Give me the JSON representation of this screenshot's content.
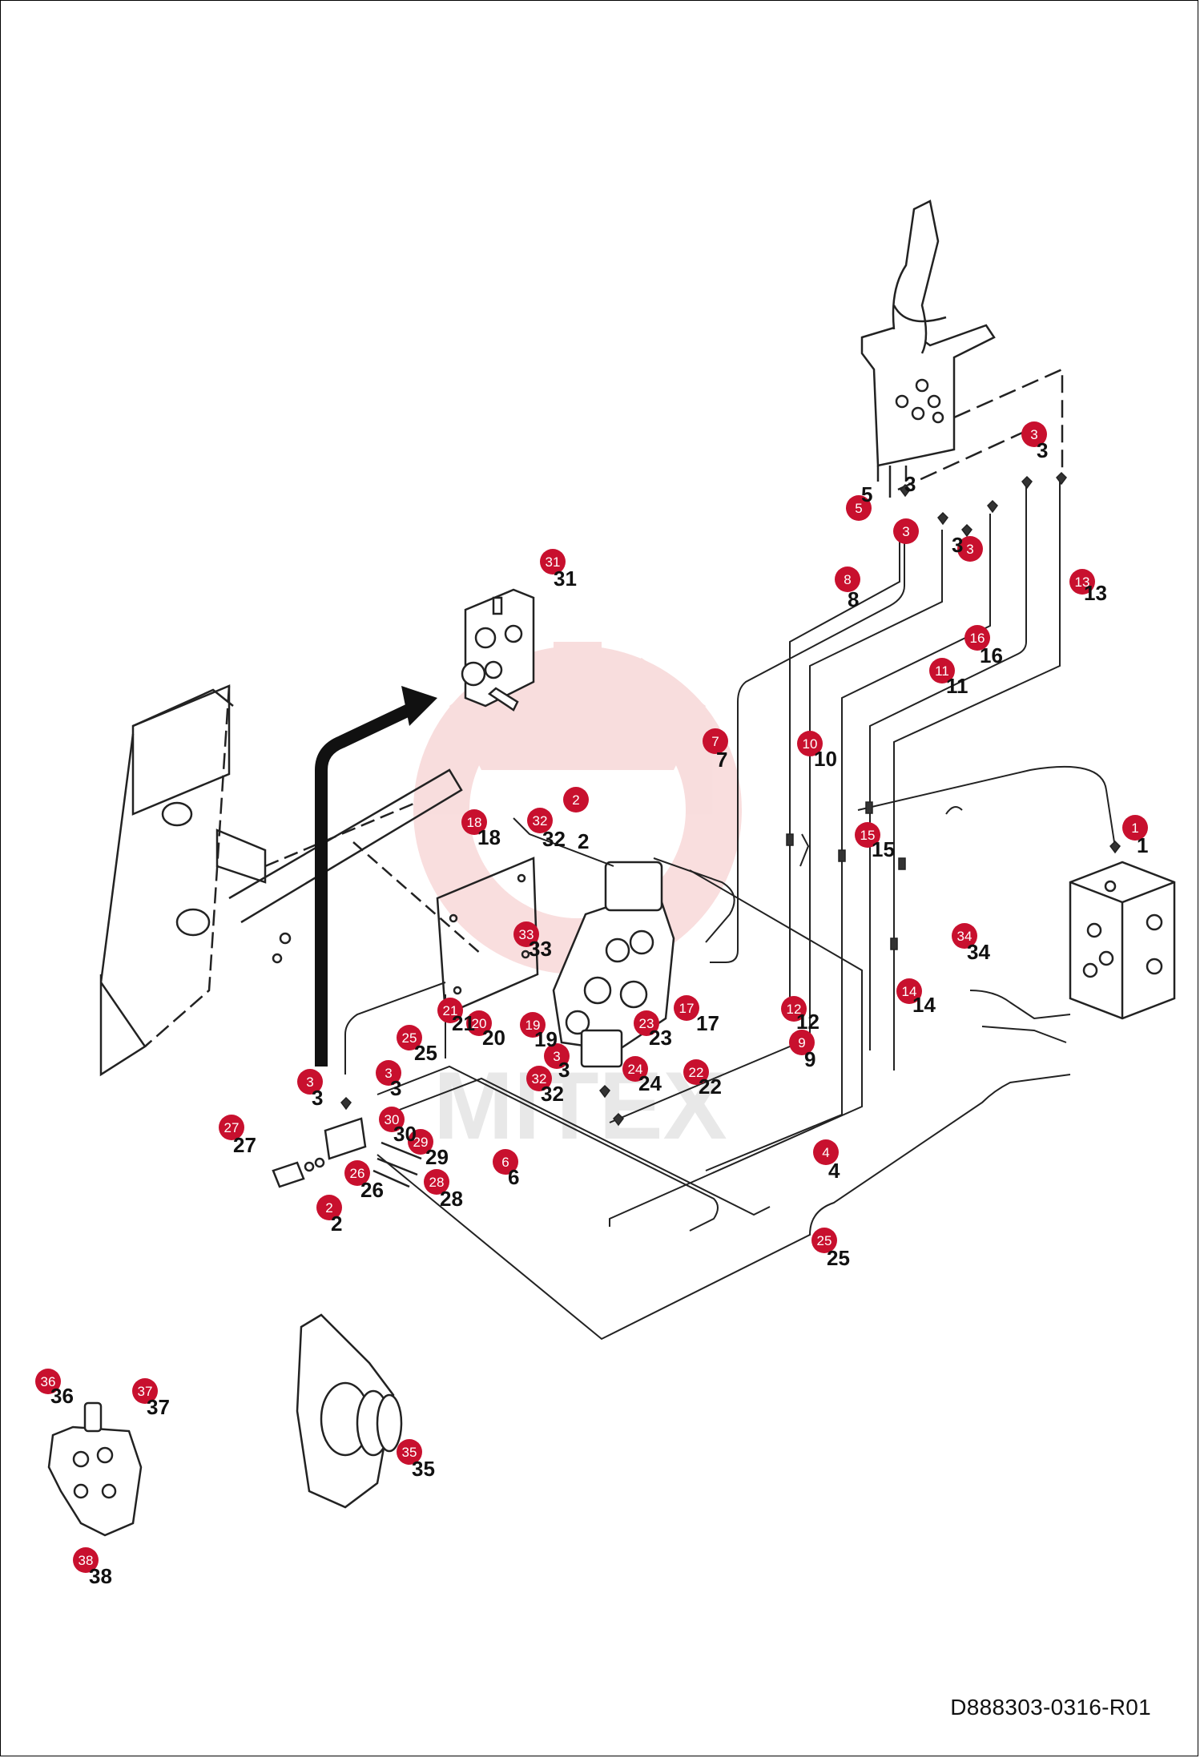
{
  "document": {
    "code": "D888303-0316-R01",
    "watermark_text": "MITEX"
  },
  "colors": {
    "callout_fill": "#c8102e",
    "line": "#222222",
    "watermark": "#f4c2c2"
  },
  "callouts": [
    {
      "num": "1"
    },
    {
      "num": "2"
    },
    {
      "num": "2"
    },
    {
      "num": "3"
    },
    {
      "num": "3"
    },
    {
      "num": "3"
    },
    {
      "num": "3"
    },
    {
      "num": "3"
    },
    {
      "num": "3"
    },
    {
      "num": "4"
    },
    {
      "num": "5"
    },
    {
      "num": "6"
    },
    {
      "num": "7"
    },
    {
      "num": "8"
    },
    {
      "num": "9"
    },
    {
      "num": "10"
    },
    {
      "num": "11"
    },
    {
      "num": "12"
    },
    {
      "num": "13"
    },
    {
      "num": "14"
    },
    {
      "num": "15"
    },
    {
      "num": "16"
    },
    {
      "num": "17"
    },
    {
      "num": "18"
    },
    {
      "num": "19"
    },
    {
      "num": "20"
    },
    {
      "num": "21"
    },
    {
      "num": "22"
    },
    {
      "num": "23"
    },
    {
      "num": "24"
    },
    {
      "num": "25"
    },
    {
      "num": "25"
    },
    {
      "num": "26"
    },
    {
      "num": "27"
    },
    {
      "num": "28"
    },
    {
      "num": "29"
    },
    {
      "num": "30"
    },
    {
      "num": "31"
    },
    {
      "num": "32"
    },
    {
      "num": "32"
    },
    {
      "num": "33"
    },
    {
      "num": "34"
    },
    {
      "num": "35"
    },
    {
      "num": "36"
    },
    {
      "num": "37"
    },
    {
      "num": "38"
    }
  ],
  "plain_labels": [
    {
      "num": "1"
    },
    {
      "num": "2"
    },
    {
      "num": "2"
    },
    {
      "num": "3"
    },
    {
      "num": "3"
    },
    {
      "num": "3"
    },
    {
      "num": "3"
    },
    {
      "num": "3"
    },
    {
      "num": "3"
    },
    {
      "num": "4"
    },
    {
      "num": "5"
    },
    {
      "num": "6"
    },
    {
      "num": "7"
    },
    {
      "num": "8"
    },
    {
      "num": "9"
    },
    {
      "num": "10"
    },
    {
      "num": "11"
    },
    {
      "num": "12"
    },
    {
      "num": "13"
    },
    {
      "num": "14"
    },
    {
      "num": "15"
    },
    {
      "num": "16"
    },
    {
      "num": "17"
    },
    {
      "num": "18"
    },
    {
      "num": "19"
    },
    {
      "num": "20"
    },
    {
      "num": "21"
    },
    {
      "num": "22"
    },
    {
      "num": "23"
    },
    {
      "num": "24"
    },
    {
      "num": "25"
    },
    {
      "num": "25"
    },
    {
      "num": "26"
    },
    {
      "num": "27"
    },
    {
      "num": "28"
    },
    {
      "num": "29"
    },
    {
      "num": "30"
    },
    {
      "num": "31"
    },
    {
      "num": "32"
    },
    {
      "num": "32"
    },
    {
      "num": "33"
    },
    {
      "num": "34"
    },
    {
      "num": "35"
    },
    {
      "num": "36"
    },
    {
      "num": "37"
    },
    {
      "num": "38"
    }
  ]
}
